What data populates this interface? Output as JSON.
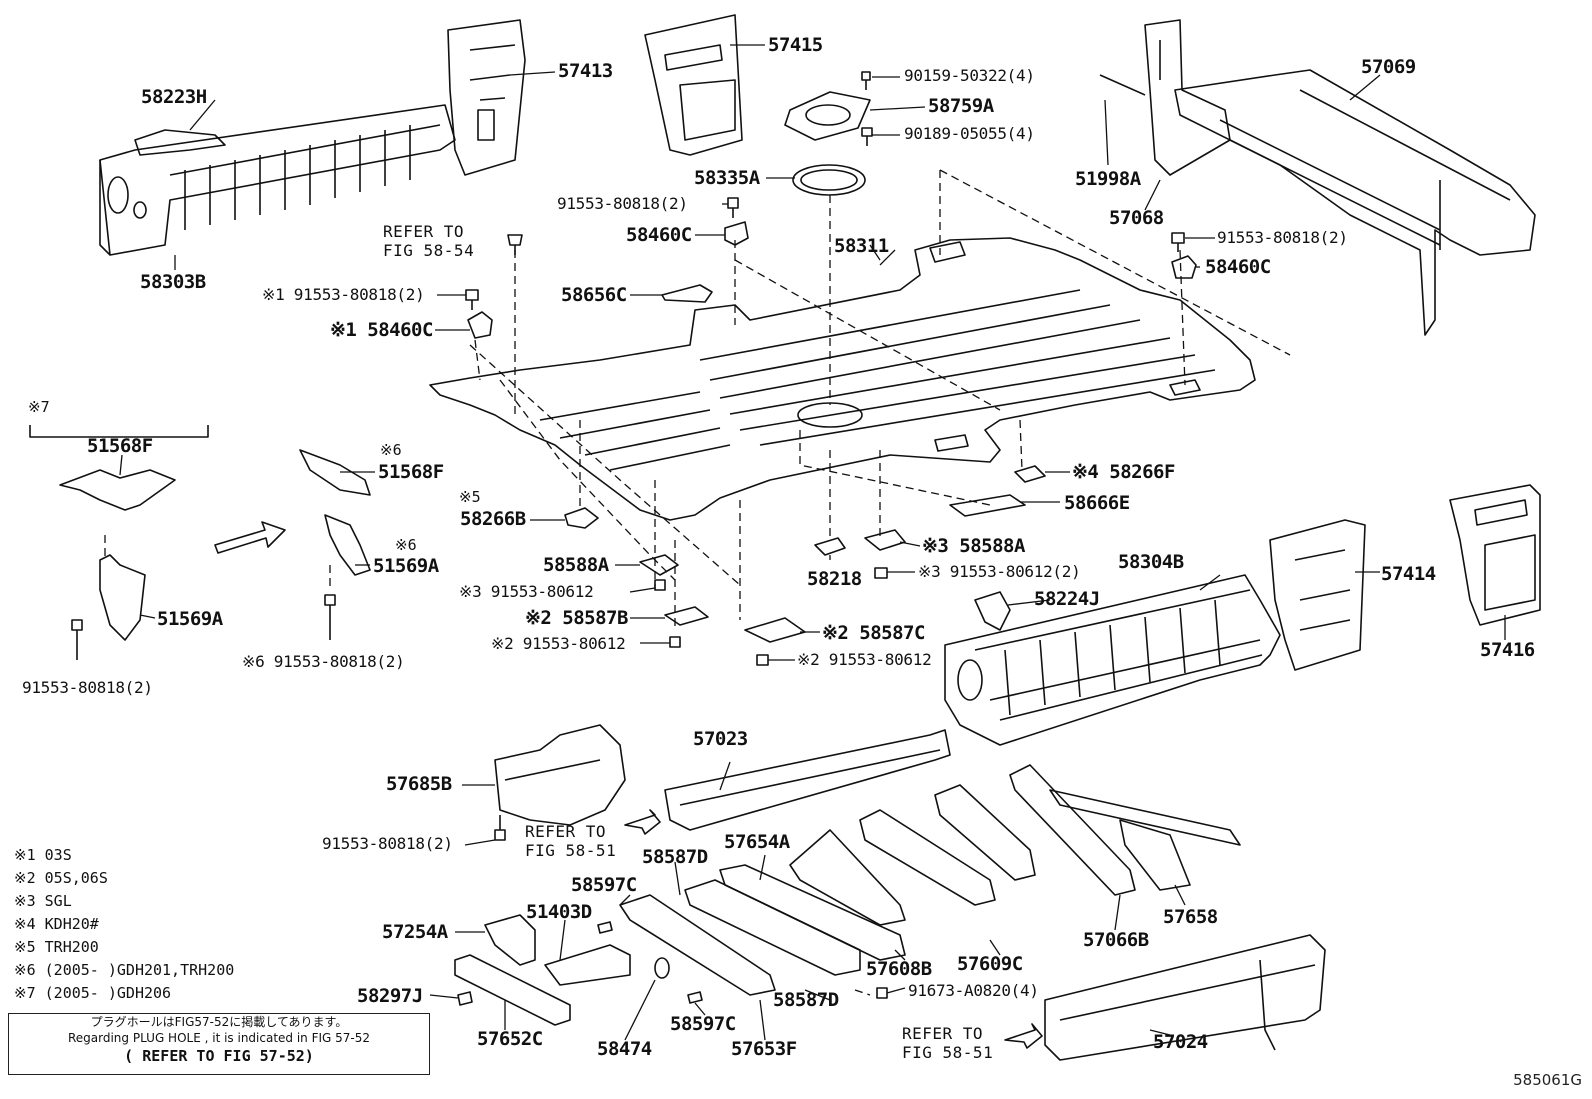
{
  "diagram_code": "585061G",
  "parts": {
    "p58223H": "58223H",
    "p58303B": "58303B",
    "p57413": "57413",
    "p57415": "57415",
    "p90159": "90159-50322(4)",
    "p58759A": "58759A",
    "p90189": "90189-05055(4)",
    "p57069": "57069",
    "p51998A": "51998A",
    "p57068": "57068",
    "p58335A": "58335A",
    "p91553_top": "91553-80818(2)",
    "p58460C_top": "58460C",
    "p58311": "58311",
    "p91553_right": "91553-80818(2)",
    "p58460C_right": "58460C",
    "p58656C": "58656C",
    "p91553_m1": "※1 91553-80818(2)",
    "p58460C_m1": "※1 58460C",
    "p51568F_left": "51568F",
    "p51568F_m6": "51568F",
    "m6a": "※6",
    "p51569A_m6": "51569A",
    "m6b": "※6",
    "p51569A_left": "51569A",
    "p91553_left": "91553-80818(2)",
    "p91553_m6": "※6 91553-80818(2)",
    "m5": "※5",
    "p58266B": "58266B",
    "p58588A_left": "58588A",
    "p91553_80612_m3": "※3 91553-80612",
    "p58587B_m2": "※2 58587B",
    "p91553_80612_m2": "※2 91553-80612",
    "p58218": "58218",
    "p58588A_m3": "※3 58588A",
    "p91553_80612_2_m3": "※3 91553-80612(2)",
    "p58587C_m2": "※2 58587C",
    "p91553_80612_m2b": "※2 91553-80612",
    "p58266F_m4": "※4 58266F",
    "p58666E": "58666E",
    "p58304B": "58304B",
    "p58224J": "58224J",
    "p57414": "57414",
    "p57416": "57416",
    "p57023": "57023",
    "p57685B": "57685B",
    "p91553_bottom": "91553-80818(2)",
    "p58587D_top": "58587D",
    "p57654A": "57654A",
    "p58597C_top": "58597C",
    "p51403D": "51403D",
    "p57254A": "57254A",
    "p58297J": "58297J",
    "p57652C": "57652C",
    "p58474": "58474",
    "p58597C_bottom": "58597C",
    "p57653F": "57653F",
    "p58587D_bottom": "58587D",
    "p91673": "91673-A0820(4)",
    "p57608B": "57608B",
    "p57609C": "57609C",
    "p57066B": "57066B",
    "p57658": "57658",
    "p57024": "57024",
    "m7": "※7"
  },
  "refs": {
    "ref_58_54_a": "REFER TO",
    "ref_58_54_b": "FIG 58-54",
    "ref_58_51_a_1": "REFER TO",
    "ref_58_51_a_2": "FIG 58-51",
    "ref_58_51_b_1": "REFER TO",
    "ref_58_51_b_2": "FIG 58-51"
  },
  "legend": [
    "※1 03S",
    "※2 05S,06S",
    "※3 SGL",
    "※4 KDH20#",
    "※5 TRH200",
    "※6 (2005-   )GDH201,TRH200",
    "※7 (2005-   )GDH206"
  ],
  "note": {
    "line1": "プラグホールはFIG57-52に掲載してあります。",
    "line2": "Regarding PLUG HOLE , it is indicated in FIG 57-52",
    "line3": "( REFER TO FIG 57-52)"
  }
}
